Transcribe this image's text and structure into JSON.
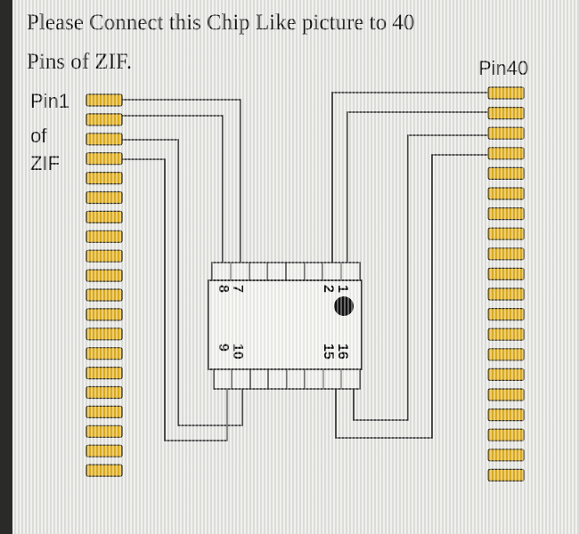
{
  "title": {
    "line1": "Please Connect this Chip Like picture to 40",
    "line2": "Pins of ZIF."
  },
  "labels": {
    "pin1_a": "Pin1",
    "pin1_b": "of",
    "pin1_c": "ZIF",
    "pin40": "Pin40"
  },
  "chip": {
    "pin_labels": {
      "p1": "1",
      "p2": "2",
      "p7": "7",
      "p8": "8",
      "p9": "9",
      "p10": "10",
      "p15": "15",
      "p16": "16"
    }
  },
  "zif": {
    "pads_per_side": 20
  },
  "colors": {
    "background": "#e9e9e6",
    "pad_fill": "#e6b424",
    "pad_stroke": "#3a3520",
    "line": "#2a2a2a",
    "pin1_marker": "#111111"
  }
}
